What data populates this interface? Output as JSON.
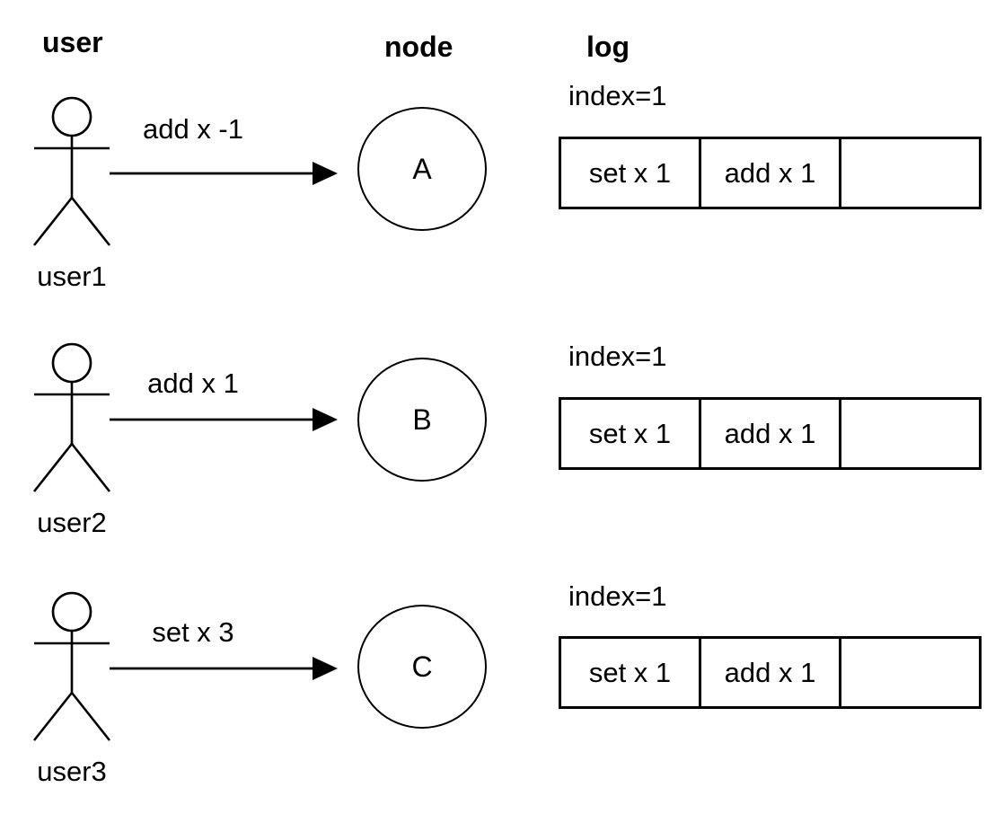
{
  "headers": {
    "user": "user",
    "node": "node",
    "log": "log"
  },
  "rows": [
    {
      "user_label": "user1",
      "message": "add x -1",
      "node_label": "A",
      "log_index": "index=1",
      "log_cells": [
        "set x 1",
        "add x 1",
        ""
      ]
    },
    {
      "user_label": "user2",
      "message": "add x 1",
      "node_label": "B",
      "log_index": "index=1",
      "log_cells": [
        "set x 1",
        "add x 1",
        ""
      ]
    },
    {
      "user_label": "user3",
      "message": "set x 3",
      "node_label": "C",
      "log_index": "index=1",
      "log_cells": [
        "set x 1",
        "add x 1",
        ""
      ]
    }
  ],
  "colors": {
    "stroke": "#000000",
    "background": "#ffffff"
  }
}
